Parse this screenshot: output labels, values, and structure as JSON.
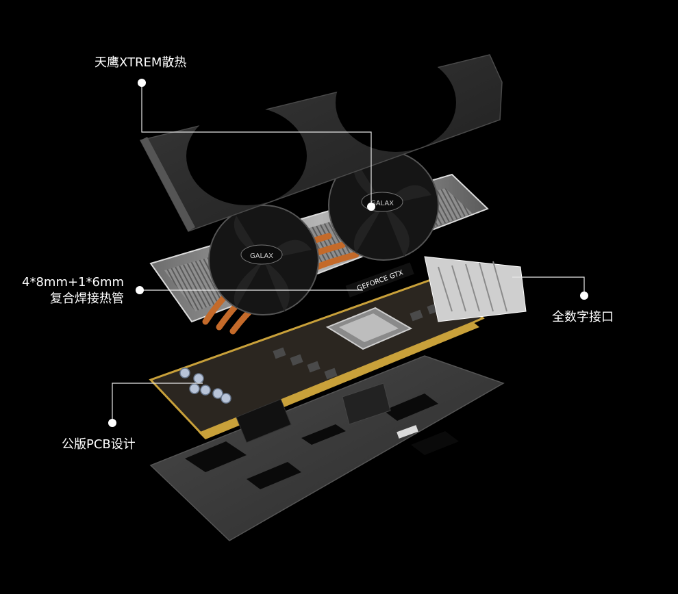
{
  "callouts": {
    "cooler": {
      "label": "天鹰XTREM散热"
    },
    "heatpipe": {
      "line1": "4*8mm+1*6mm",
      "line2": "复合焊接热管"
    },
    "ports": {
      "label": "全数字接口"
    },
    "pcb": {
      "label": "公版PCB设计"
    }
  },
  "product_markings": {
    "fan_logo": "GALAX",
    "card_brand": "GEFORCE GTX"
  },
  "colors": {
    "background": "#000000",
    "text": "#ffffff",
    "shroud": "#2a2a2a",
    "heatsink": "#9a9a9a",
    "copper": "#c46a2a",
    "pcb": "#2b2620",
    "gold": "#c9a13a",
    "backplate": "#3a3a3a"
  }
}
